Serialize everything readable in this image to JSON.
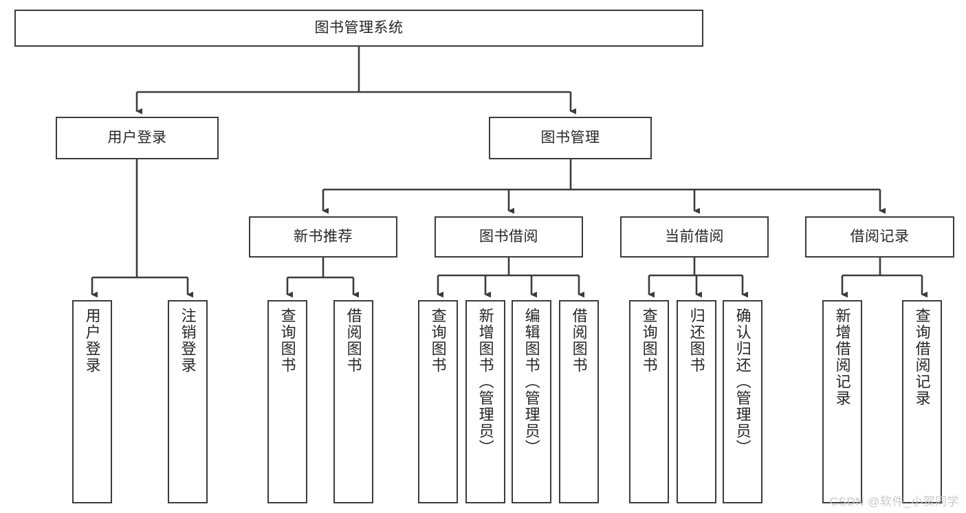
{
  "diagram": {
    "title": "图书管理系统",
    "type": "tree-hierarchy",
    "root": {
      "label": "图书管理系统"
    },
    "level1": [
      {
        "label": "用户登录"
      },
      {
        "label": "图书管理"
      }
    ],
    "level2": [
      {
        "label": "新书推荐"
      },
      {
        "label": "图书借阅"
      },
      {
        "label": "当前借阅"
      },
      {
        "label": "借阅记录"
      }
    ],
    "leaves": {
      "user_login": [
        {
          "label": "用户登录"
        },
        {
          "label": "注销登录"
        }
      ],
      "new_book_recommend": [
        {
          "label": "查询图书"
        },
        {
          "label": "借阅图书"
        }
      ],
      "book_borrow": [
        {
          "label": "查询图书"
        },
        {
          "label": "新增图书（管理员）"
        },
        {
          "label": "编辑图书（管理员）"
        },
        {
          "label": "借阅图书"
        }
      ],
      "current_borrow": [
        {
          "label": "查询图书"
        },
        {
          "label": "归还图书"
        },
        {
          "label": "确认归还（管理员）"
        }
      ],
      "borrow_record": [
        {
          "label": "新增借阅记录"
        },
        {
          "label": "查询借阅记录"
        }
      ]
    }
  },
  "watermark": {
    "text": "CSDN @软件_小贺同学"
  },
  "colors": {
    "border": "#3b3b3b",
    "text": "#262626",
    "background": "#ffffff",
    "watermark": "#c9c9c9"
  }
}
